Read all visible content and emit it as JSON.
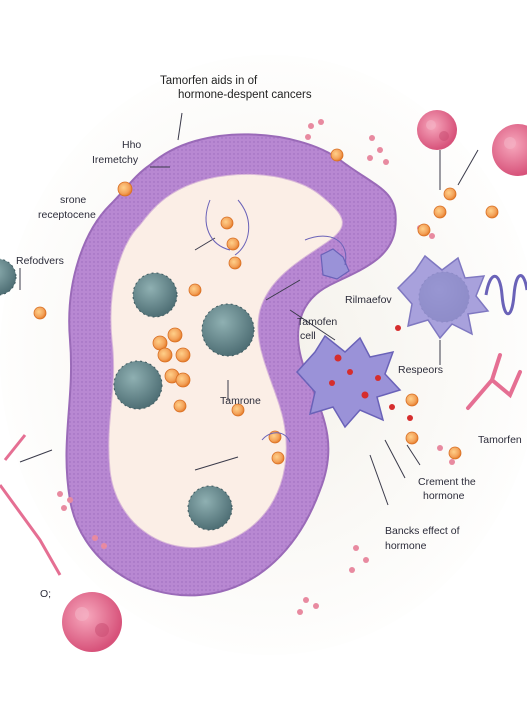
{
  "title": {
    "line1": "Tamorfen aids in of",
    "line2": "hormone-despent cancers"
  },
  "labels": {
    "hho": "Hho",
    "hremetchy": "Iremetchy",
    "srone": "srone",
    "receptor": "receptocene",
    "refodvers": "Refodvers",
    "tamofen_cell_1": "Tamofen",
    "tamofen_cell_2": "cell",
    "rilmaefov": "Rilmaefov",
    "tamrone": "Tamrone",
    "respeors": "Respeors",
    "tamorfen_right": "Tamorfen",
    "crement_1": "Crement the",
    "crement_2": "hormone",
    "banck_1": "Bancks effect of",
    "banck_2": "hormone",
    "o_mark": "O;"
  },
  "colors": {
    "membrane": "#b888d2",
    "membrane_edge": "#9a6ab8",
    "interior": "#fbeee6",
    "nucleus": "#6e8f93",
    "nucleus_spike": "#3f5a60",
    "hormone": "#f3a25a",
    "hormone_core": "#e77f2c",
    "receptor_cell": "#9a92d8",
    "pink_cluster": "#e56f93",
    "small_particle": "#e88aa0",
    "red_dot": "#d62d2d",
    "leader": "#3a3a4a"
  },
  "icons": [
    "cell-membrane-icon",
    "nucleus-icon",
    "hormone-molecule-icon",
    "receptor-cell-icon",
    "protein-cluster-icon",
    "dna-coil-icon"
  ]
}
